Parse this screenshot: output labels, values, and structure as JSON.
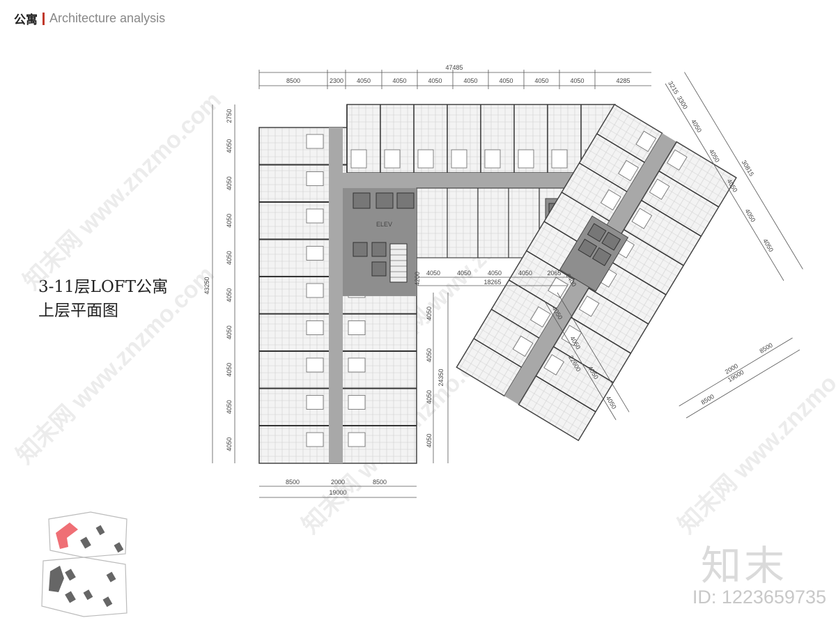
{
  "header": {
    "cn": "公寓",
    "en": "Architecture analysis"
  },
  "title": "3-11层LOFT公寓上层平面图",
  "top_dims": {
    "total": "47485",
    "segments": [
      "8500",
      "2300",
      "4050",
      "4050",
      "4050",
      "4050",
      "4050",
      "4050",
      "4050",
      "4285"
    ]
  },
  "left_dims": {
    "total": "43250",
    "segments": [
      "2750",
      "4050",
      "4050",
      "4050",
      "4050",
      "4050",
      "4050",
      "4050",
      "4050",
      "4050"
    ]
  },
  "bottom_dims": {
    "total": "19000",
    "segments": [
      "8500",
      "2000",
      "8500"
    ]
  },
  "mid_dims": {
    "total": "18265",
    "segments": [
      "4050",
      "4050",
      "4050",
      "4050",
      "2065"
    ],
    "small": "4200",
    "wing_small": "6400"
  },
  "inner_dim": "24350",
  "right_dims": {
    "total": "30815",
    "segments": [
      "3215",
      "3300",
      "4050",
      "4050",
      "4050",
      "4050",
      "4050"
    ]
  },
  "wing_dims": {
    "total": "22600",
    "segments": [
      "4050",
      "4050",
      "4050",
      "4050"
    ]
  },
  "wing_bottom_dims": {
    "total": "19000",
    "segments": [
      "8500",
      "2000",
      "8500"
    ]
  },
  "room_label": "ELEV",
  "brand": "知末",
  "brand_id": "ID: 1223659735",
  "watermark": "知末网 www.znzmo.com",
  "colors": {
    "corridor": "#a8a8a8",
    "core": "#8e8e8e",
    "room": "#f3f3f3",
    "wall": "#444444",
    "site_highlight": "#ef6f75"
  }
}
